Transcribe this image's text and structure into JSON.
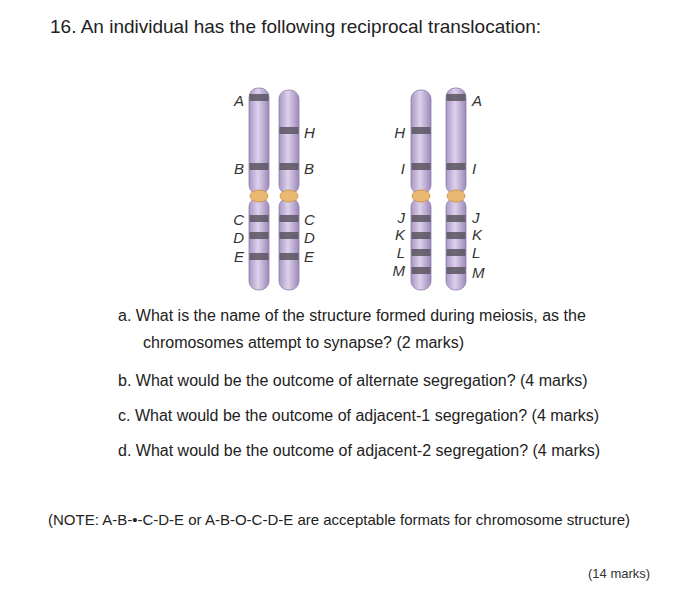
{
  "diagram": {
    "title": "16. An individual has the following reciprocal translocation:",
    "labels": [
      "A",
      "B",
      "C",
      "D",
      "E",
      "H",
      "B",
      "C",
      "D",
      "E",
      "H",
      "I",
      "J",
      "K",
      "L",
      "M",
      "A",
      "I",
      "J",
      "K",
      "L",
      "M",
      "a. What is the name of the structure formed during meiosis, as the chromosomes attempt to synapse? (2 marks)",
      "b. What would be the outcome of alternate segregation? (4 marks)",
      "c. What would be the outcome of adjacent-1 segregation? (4 marks)",
      "d. What would be the outcome of adjacent-2 segregation? (4 marks)",
      "(NOTE: A-B-•-C-D-E or A-B-O-C-D-E are acceptable formats for chromosome structure)",
      "(14 marks)"
    ]
  }
}
